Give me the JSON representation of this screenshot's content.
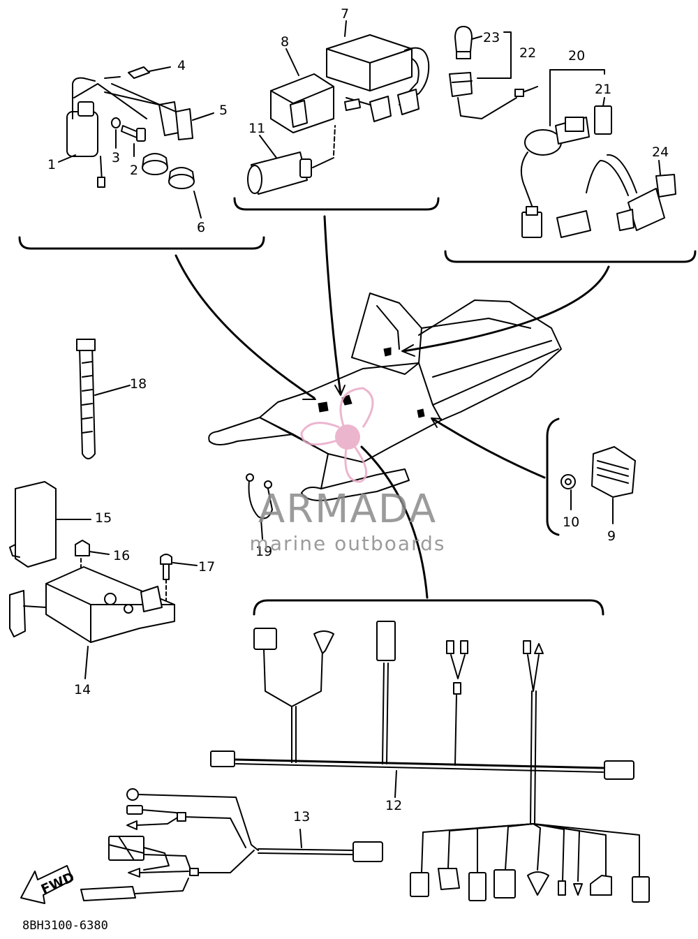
{
  "part_callouts": [
    {
      "id": "c1",
      "label": "1"
    },
    {
      "id": "c2",
      "label": "2"
    },
    {
      "id": "c3",
      "label": "3"
    },
    {
      "id": "c4",
      "label": "4"
    },
    {
      "id": "c5",
      "label": "5"
    },
    {
      "id": "c6",
      "label": "6"
    },
    {
      "id": "c7",
      "label": "7"
    },
    {
      "id": "c8",
      "label": "8"
    },
    {
      "id": "c9",
      "label": "9"
    },
    {
      "id": "c10",
      "label": "10"
    },
    {
      "id": "c11",
      "label": "11"
    },
    {
      "id": "c12",
      "label": "12"
    },
    {
      "id": "c13",
      "label": "13"
    },
    {
      "id": "c14",
      "label": "14"
    },
    {
      "id": "c15",
      "label": "15"
    },
    {
      "id": "c16",
      "label": "16"
    },
    {
      "id": "c17",
      "label": "17"
    },
    {
      "id": "c18",
      "label": "18"
    },
    {
      "id": "c19",
      "label": "19"
    },
    {
      "id": "c20",
      "label": "20"
    },
    {
      "id": "c21",
      "label": "21"
    },
    {
      "id": "c22",
      "label": "22"
    },
    {
      "id": "c23",
      "label": "23"
    },
    {
      "id": "c24",
      "label": "24"
    }
  ],
  "fwd_label": "FWD",
  "part_code": "8BH3100-6380",
  "watermark": {
    "brand": "ARMADA",
    "tagline": "marine outboards",
    "brand_color": "#8a8a8a",
    "logo_color": "#e9a9c6"
  }
}
